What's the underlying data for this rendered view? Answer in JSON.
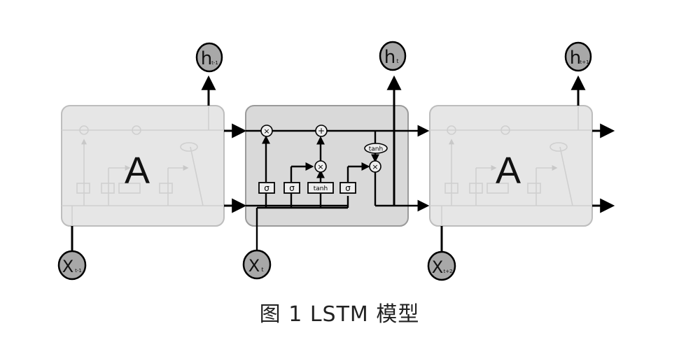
{
  "caption": "图 1   LSTM 模型",
  "cells": {
    "left_label": "A",
    "right_label": "A"
  },
  "outputs": {
    "prev": {
      "main": "h",
      "sub": "t-1"
    },
    "curr": {
      "main": "h",
      "sub": "t"
    },
    "next": {
      "main": "h",
      "sub": "t+1"
    }
  },
  "inputs": {
    "prev": {
      "main": "X",
      "sub": "t-1"
    },
    "curr": {
      "main": "X",
      "sub": "t"
    },
    "next": {
      "main": "X",
      "sub": "t+2"
    }
  },
  "gates": {
    "sigma1": "σ",
    "sigma2": "σ",
    "tanh_gate": "tanh",
    "sigma3": "σ",
    "tanh_out": "tanh"
  },
  "ops": {
    "mul_forget": "×",
    "add_cell": "+",
    "mul_input": "×",
    "mul_output": "×"
  },
  "colors": {
    "cell_fill": "#e6e6e6",
    "center_fill": "#d9d9d9",
    "node_fill": "#a8a8a8",
    "stroke": "#000000",
    "faded": "#cfcfcf"
  }
}
